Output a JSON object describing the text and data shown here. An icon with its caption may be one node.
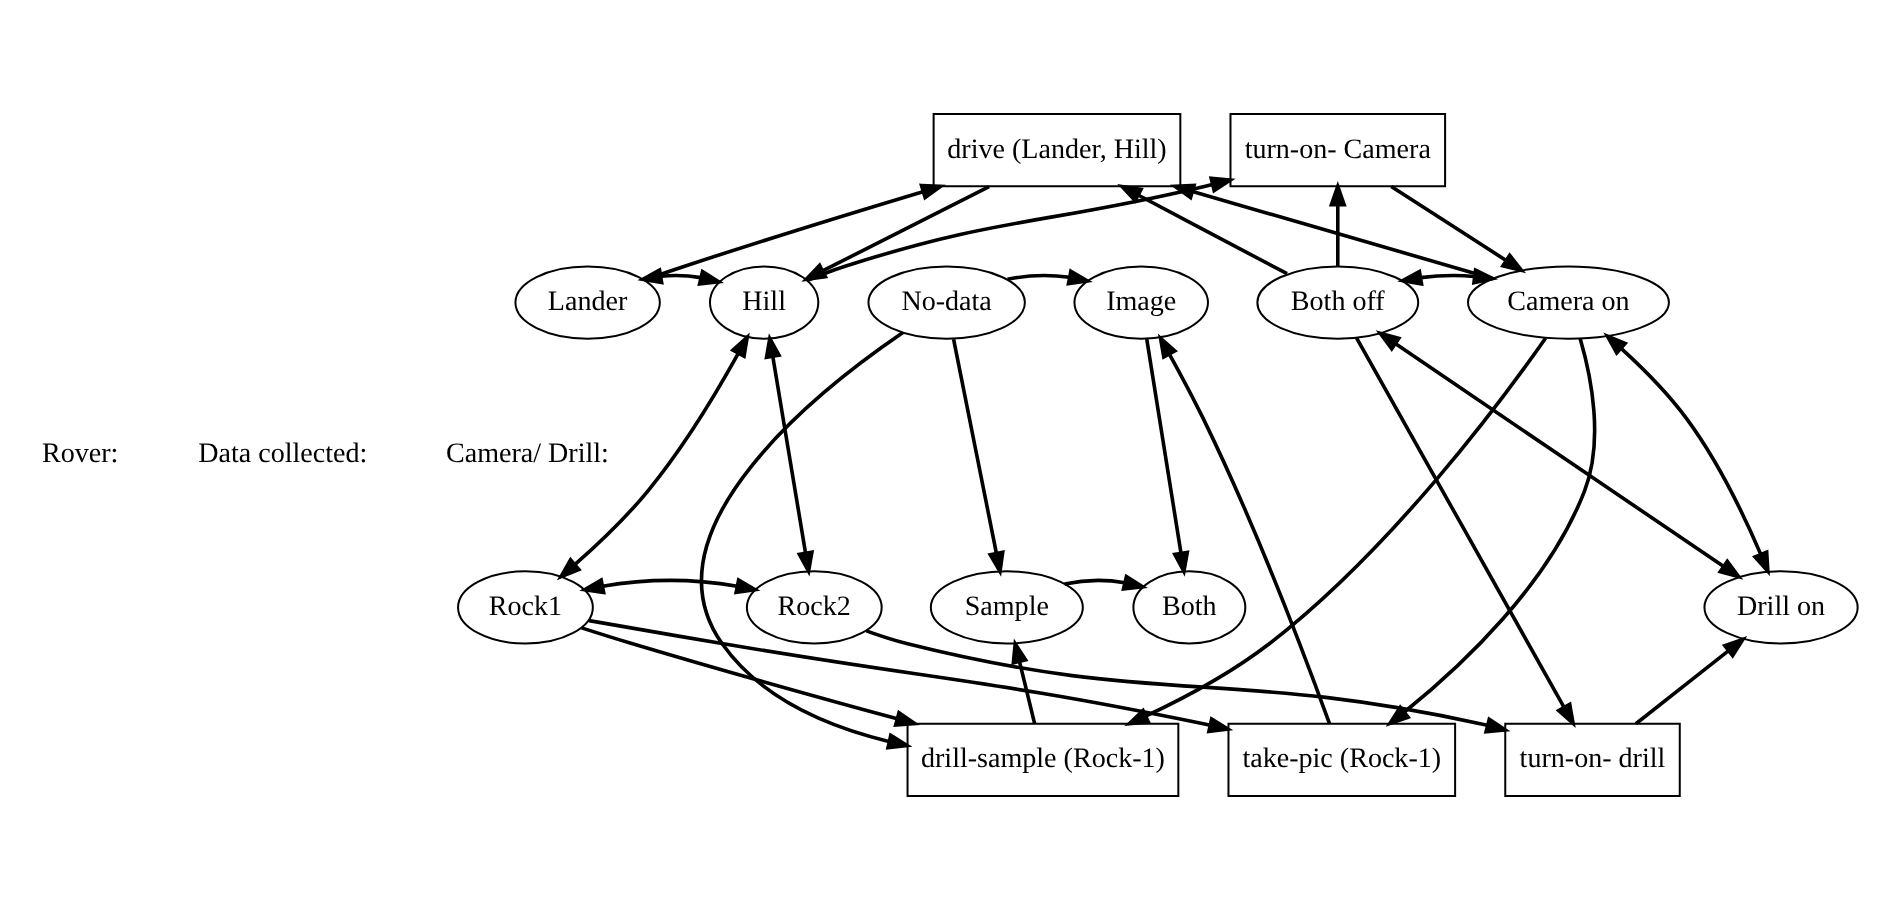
{
  "diagram": {
    "nodes": [
      {
        "text": [
          "drive (Lander, Hill)"
        ]
      },
      {
        "text": [
          "turn-on- Camera"
        ]
      },
      {
        "text": [
          "Lander"
        ]
      },
      {
        "text": [
          "Hill"
        ]
      },
      {
        "text": [
          "No-data"
        ]
      },
      {
        "text": [
          "Image"
        ]
      },
      {
        "text": [
          "Both off"
        ]
      },
      {
        "text": [
          "Camera on"
        ]
      },
      {
        "text": [
          "Rock1"
        ]
      },
      {
        "text": [
          "Rock2"
        ]
      },
      {
        "text": [
          "Sample"
        ]
      },
      {
        "text": [
          "Both"
        ]
      },
      {
        "text": [
          "Drill on"
        ]
      },
      {
        "text": [
          "drill-sample (Rock-1)"
        ]
      },
      {
        "text": [
          "take-pic (Rock-1)"
        ]
      },
      {
        "text": [
          "turn-on- drill"
        ]
      }
    ],
    "edges": [
      {
        "from": 2,
        "to": 0,
        "arrow": "to"
      },
      {
        "from": 0,
        "to": 3,
        "arrow": "to"
      },
      {
        "from": 3,
        "to": 1,
        "arrow": "to"
      },
      {
        "from": 6,
        "to": 0,
        "arrow": "to"
      },
      {
        "from": 7,
        "to": 0,
        "arrow": "to"
      },
      {
        "from": 1,
        "to": 7,
        "arrow": "to"
      },
      {
        "from": 6,
        "to": 1,
        "arrow": "to"
      },
      {
        "from": 6,
        "to": 15,
        "arrow": "to"
      },
      {
        "from": 15,
        "to": 12,
        "arrow": "to"
      },
      {
        "from": 7,
        "to": 14,
        "arrow": "to"
      },
      {
        "from": 7,
        "to": 13,
        "arrow": "to"
      },
      {
        "from": 4,
        "to": 13,
        "arrow": "to"
      },
      {
        "from": 13,
        "to": 10,
        "arrow": "to"
      },
      {
        "from": 14,
        "to": 5,
        "arrow": "to"
      },
      {
        "from": 8,
        "to": 13,
        "arrow": "to"
      },
      {
        "from": 8,
        "to": 14,
        "arrow": "to"
      },
      {
        "from": 9,
        "to": 15,
        "arrow": "to"
      },
      {
        "from": 2,
        "to": 3,
        "arrow": "both"
      },
      {
        "from": 3,
        "to": 8,
        "arrow": "both"
      },
      {
        "from": 3,
        "to": 9,
        "arrow": "both"
      },
      {
        "from": 8,
        "to": 9,
        "arrow": "both"
      },
      {
        "from": 4,
        "to": 5,
        "arrow": "to"
      },
      {
        "from": 4,
        "to": 10,
        "arrow": "to"
      },
      {
        "from": 5,
        "to": 11,
        "arrow": "to"
      },
      {
        "from": 10,
        "to": 11,
        "arrow": "to"
      },
      {
        "from": 6,
        "to": 7,
        "arrow": "both"
      },
      {
        "from": 6,
        "to": 12,
        "arrow": "both"
      },
      {
        "from": 7,
        "to": 12,
        "arrow": "both"
      }
    ],
    "labels": [
      "Rover:",
      "Data collected:",
      "Camera/ Drill:"
    ]
  }
}
